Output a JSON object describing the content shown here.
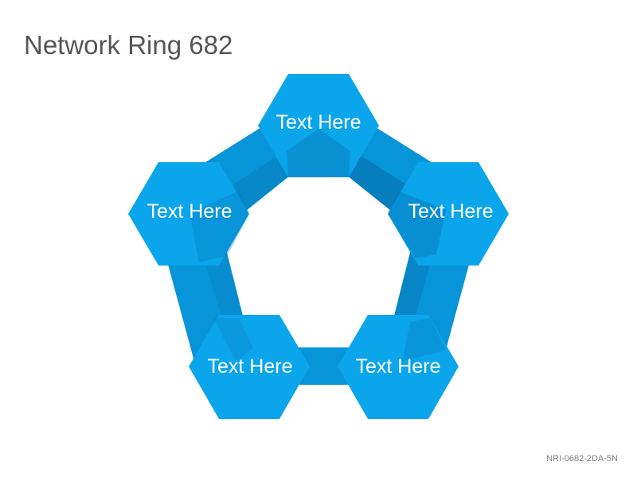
{
  "title": "Network Ring 682",
  "footer_code": "NRI-0682-2DA-5N",
  "colors": {
    "hex_fill": "#0BA5EC",
    "band_fill": "#0894D8",
    "band_shadow": "#0679B9",
    "label_text": "#FFFFFF",
    "title_text": "#555555"
  },
  "nodes": [
    {
      "id": "top",
      "label": "Text Here"
    },
    {
      "id": "left",
      "label": "Text Here"
    },
    {
      "id": "right",
      "label": "Text Here"
    },
    {
      "id": "bottom-left",
      "label": "Text Here"
    },
    {
      "id": "bottom-right",
      "label": "Text Here"
    }
  ]
}
